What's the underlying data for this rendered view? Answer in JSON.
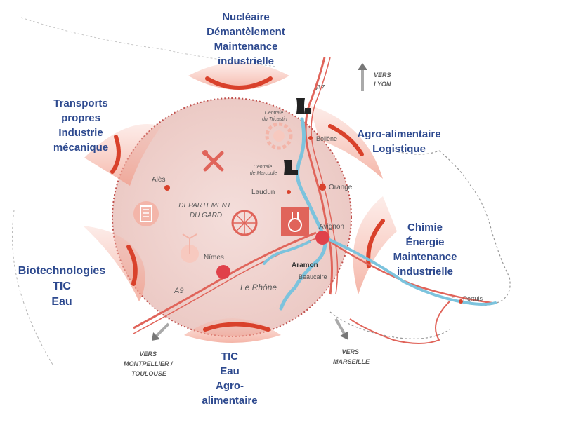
{
  "sectors": {
    "north": [
      "Nucléaire",
      "Démantèlement",
      "Maintenance",
      "industrielle"
    ],
    "northwest": [
      "Transports",
      "propres",
      "Industrie",
      "mécanique"
    ],
    "northeast": [
      "Agro-alimentaire",
      "Logistique"
    ],
    "east": [
      "Chimie",
      "Énergie",
      "Maintenance",
      "industrielle"
    ],
    "west": [
      "Biotechnologies",
      "TIC",
      "Eau"
    ],
    "south": [
      "TIC",
      "Eau",
      "Agro-",
      "alimentaire"
    ]
  },
  "towns": {
    "ales": "Alès",
    "nimes": "Nîmes",
    "laudun": "Laudun",
    "orange": "Orange",
    "avignon": "Avignon",
    "bollene": "Bollène",
    "aramon": "Aramon",
    "beaucaire": "Beaucaire",
    "pertuis": "Pertuis"
  },
  "labels": {
    "department": [
      "DEPARTEMENT",
      "DU GARD"
    ],
    "river": "Le Rhône",
    "a7": "A7",
    "a9": "A9",
    "centrale_tricastin": [
      "Centrale",
      "du Tricastin"
    ],
    "centrale_marcoule": [
      "Centrale",
      "de Marcoule"
    ],
    "vers_lyon": [
      "VERS",
      "LYON"
    ],
    "vers_marseille": [
      "VERS",
      "MARSEILLE"
    ],
    "vers_montpellier": [
      "VERS",
      "MONTPELLIER /",
      "TOULOUSE"
    ]
  },
  "colors": {
    "sector_text": "#2e4a8f",
    "accent_red": "#d9412b",
    "disc_fill": "#f0d5d1",
    "river": "#7cc3dd",
    "road": "#e0645a"
  },
  "icons": [
    "tools-icon",
    "building-icon",
    "compass-icon",
    "wind-turbine-icon",
    "gear-icon",
    "factory-icon",
    "nuclear-plant-icon"
  ]
}
